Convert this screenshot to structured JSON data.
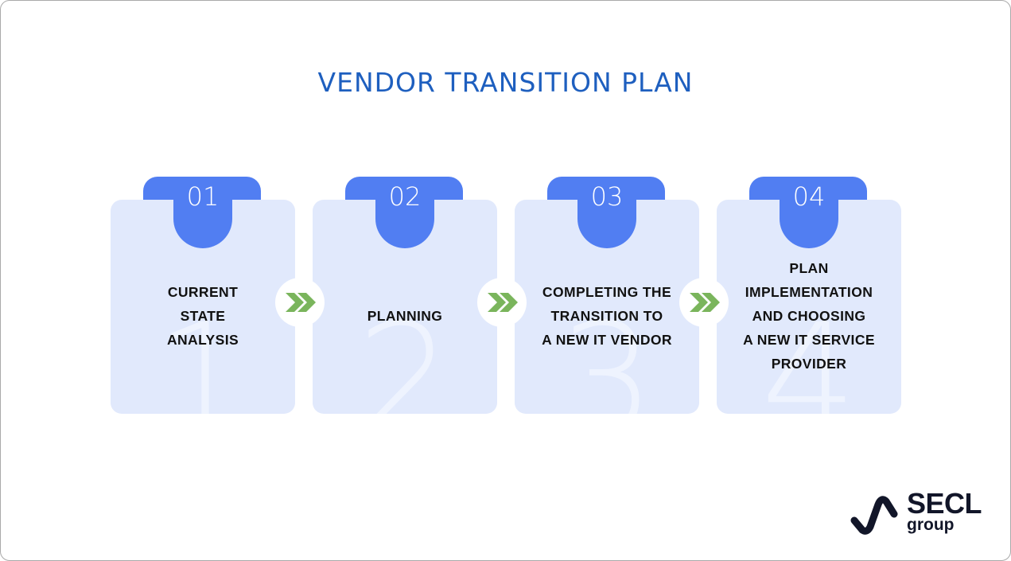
{
  "title": "VENDOR TRANSITION PLAN",
  "colors": {
    "accent": "#517ef2",
    "card": "#e1e9fc",
    "title": "#1e5fbf",
    "arrow": "#7ab55c"
  },
  "steps": [
    {
      "num": "01",
      "big": "1",
      "label": [
        "CURRENT",
        "STATE",
        "ANALYSIS"
      ]
    },
    {
      "num": "02",
      "big": "2",
      "label": [
        "PLANNING"
      ]
    },
    {
      "num": "03",
      "big": "3",
      "label": [
        "COMPLETING THE",
        "TRANSITION TO",
        "A NEW IT VENDOR"
      ]
    },
    {
      "num": "04",
      "big": "4",
      "label": [
        "PLAN",
        "IMPLEMENTATION",
        "AND CHOOSING",
        "A NEW IT SERVICE",
        "PROVIDER"
      ]
    }
  ],
  "logo": {
    "line1": "SECL",
    "line2": "group"
  }
}
